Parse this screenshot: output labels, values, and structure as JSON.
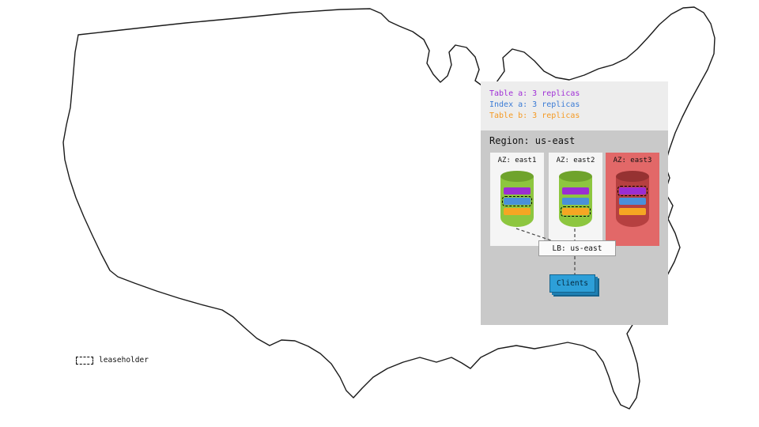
{
  "legend": {
    "items": [
      {
        "label": "Table a: 3 replicas",
        "color": "#a02fd6"
      },
      {
        "label": "Index a: 3 replicas",
        "color": "#3a7bd5"
      },
      {
        "label": "Table b: 3 replicas",
        "color": "#f59a23"
      }
    ]
  },
  "region": {
    "title": "Region: us-east",
    "azs": [
      {
        "label": "AZ: east1",
        "failed": false,
        "replicas": [
          {
            "name": "table-a",
            "leaseholder": false
          },
          {
            "name": "index-a",
            "leaseholder": true
          },
          {
            "name": "table-b",
            "leaseholder": false
          }
        ]
      },
      {
        "label": "AZ: east2",
        "failed": false,
        "replicas": [
          {
            "name": "table-a",
            "leaseholder": false
          },
          {
            "name": "index-a",
            "leaseholder": false
          },
          {
            "name": "table-b",
            "leaseholder": true
          }
        ]
      },
      {
        "label": "AZ: east3",
        "failed": true,
        "replicas": [
          {
            "name": "table-a",
            "leaseholder": true
          },
          {
            "name": "index-a",
            "leaseholder": false
          },
          {
            "name": "table-b",
            "leaseholder": false
          }
        ]
      }
    ]
  },
  "lb": {
    "label": "LB: us-east"
  },
  "clients": {
    "label": "Clients"
  },
  "map_legend": {
    "label": "leaseholder"
  },
  "colors": {
    "table_a": "#9a2ed3",
    "index_a": "#4a90d9",
    "table_b": "#f5a623",
    "cylinder_healthy": "#8dc63f",
    "cylinder_failed": "#b64040",
    "az_failed_bg": "#e26868",
    "region_bg": "#c9c9c9",
    "legend_bg": "#ededed",
    "clients_bg": "#2d9fd8"
  }
}
